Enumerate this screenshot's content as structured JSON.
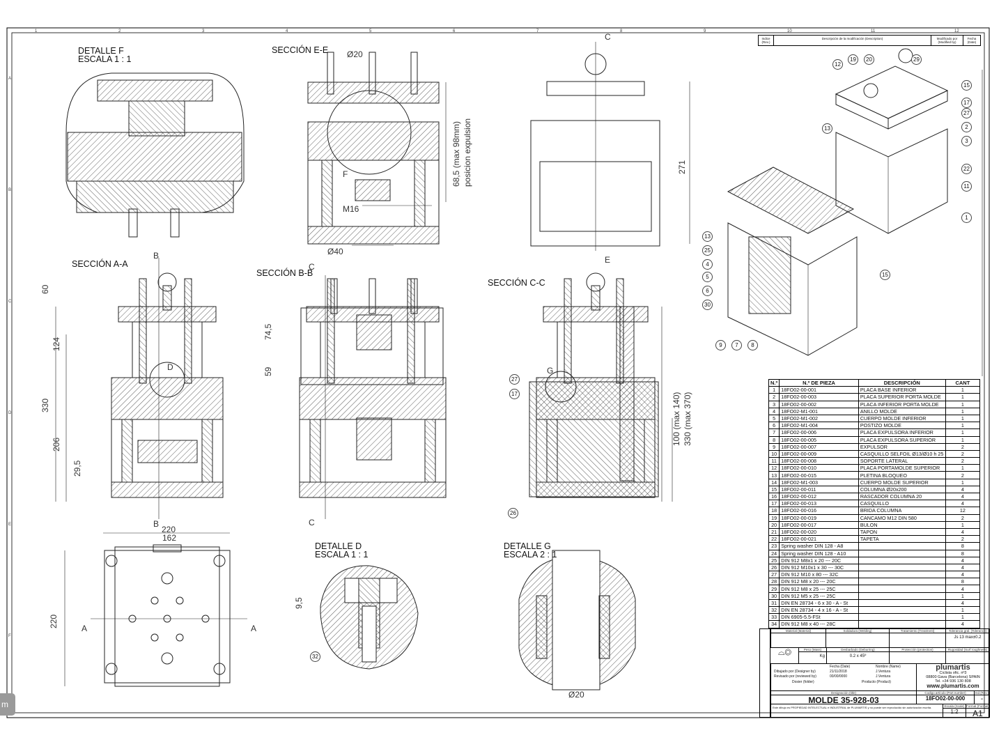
{
  "views": {
    "detail_f": "DETALLE F\nESCALA 1 : 1",
    "section_ee": "SECCIÓN E-E",
    "section_aa": "SECCIÓN A-A",
    "section_bb": "SECCIÓN B-B",
    "section_cc": "SECCIÓN C-C",
    "detail_d": "DETALLE D\nESCALA 1 : 1",
    "detail_g": "DETALLE G\nESCALA 2 : 1"
  },
  "cut_markers": {
    "c": "C",
    "e": "E",
    "b": "B",
    "a": "A",
    "d": "D",
    "f": "F",
    "g": "G"
  },
  "dimensions": {
    "ee_top_dia": "Ø20",
    "ee_ejector": "68,5 (max 98mm)",
    "ee_ejector2": "posicion expulsion",
    "ee_thread": "M16",
    "ee_bottom_dia": "Ø40",
    "side_height": "271",
    "aa_60": "60",
    "aa_124": "124",
    "aa_330": "330",
    "aa_206": "206",
    "aa_29_5": "29,5",
    "bb_74_5": "74,5",
    "bb_59": "59",
    "cc_100": "100 (max 140)",
    "cc_330": "330 (max 370)",
    "top_220": "220",
    "top_162": "162",
    "left_220": "220",
    "d_9_5": "9,5",
    "g_dia": "Ø20"
  },
  "balloons": {
    "iso_top": [
      "12",
      "19",
      "20",
      "29",
      "15",
      "17",
      "27",
      "2",
      "3",
      "22",
      "11",
      "1",
      "13"
    ],
    "iso_bottom": [
      "13",
      "25",
      "4",
      "5",
      "6",
      "30",
      "9",
      "7",
      "8",
      "15"
    ],
    "cc": [
      "27",
      "17",
      "26"
    ],
    "detail_d": [
      "32"
    ]
  },
  "grid": {
    "cols": [
      "1",
      "2",
      "3",
      "4",
      "5",
      "6",
      "7",
      "8",
      "9",
      "10",
      "11",
      "12"
    ],
    "rows": [
      "A",
      "B",
      "C",
      "D",
      "E",
      "F"
    ]
  },
  "revision_header": [
    "Indice (Rev.)",
    "Descripción de la modificación (Description)",
    "Modificado por (Modified by)",
    "Fecha (Date)"
  ],
  "parts_table": {
    "headers": [
      "N.º",
      "N.º DE PIEZA",
      "DESCRIPCIÓN",
      "CANT"
    ],
    "rows": [
      [
        "1",
        "18FO02-00-001",
        "PLACA BASE INFERIOR",
        "1"
      ],
      [
        "2",
        "18FO02-00-003",
        "PLACA SUPERIOR PORTA MOLDE",
        "1"
      ],
      [
        "3",
        "18FO02-00-002",
        "PLACA INFERIOR PORTA MOLDE",
        "1"
      ],
      [
        "4",
        "18FO02-M1-001",
        "ANILLO MOLDE",
        "1"
      ],
      [
        "5",
        "18FO02-M1-002",
        "CUERPO MOLDE INFERIOR",
        "1"
      ],
      [
        "6",
        "18FO02-M1-004",
        "POSTIZO MOLDE",
        "1"
      ],
      [
        "7",
        "18FO02-00-006",
        "PLACA EXPULSORA INFERIOR",
        "1"
      ],
      [
        "8",
        "18FO02-00-005",
        "PLACA EXPULSORA SUPERIOR",
        "1"
      ],
      [
        "9",
        "18FO02-00-007",
        "EXPULSOR",
        "2"
      ],
      [
        "10",
        "18FO02-00-009",
        "CASQUILLO SELFOIL Ø13/Ø10 h 25",
        "2"
      ],
      [
        "11",
        "18FO02-00-008",
        "SOPORTE LATERAL",
        "2"
      ],
      [
        "12",
        "18FO02-00-010",
        "PLACA PORTAMOLDE SUPERIOR",
        "1"
      ],
      [
        "13",
        "18FO02-00-015",
        "PLETINA BLOQUEO",
        "2"
      ],
      [
        "14",
        "18FO02-M1-003",
        "CUERPO MOLDE SUPERIOR",
        "1"
      ],
      [
        "15",
        "18FO02-00-011",
        "COLUMNA Ø20x200",
        "4"
      ],
      [
        "16",
        "18FO02-00-012",
        "RASCADOR COLUMNA 20",
        "4"
      ],
      [
        "17",
        "18FO02-00-013",
        "CASQUILLO",
        "4"
      ],
      [
        "18",
        "18FO02-00-016",
        "BRIDA COLUMNA",
        "12"
      ],
      [
        "19",
        "18FO02-00-019",
        "CANCAMO M12 DIN 580",
        "2"
      ],
      [
        "20",
        "18FO02-00-017",
        "BULON",
        "1"
      ],
      [
        "21",
        "18FO02-00-020",
        "TAPON",
        "4"
      ],
      [
        "22",
        "18FO02-00-021",
        "TAPETA",
        "2"
      ],
      [
        "23",
        "Spring washer DIN 128 - A8",
        "",
        "8"
      ],
      [
        "24",
        "Spring washer DIN 128 - A10",
        "",
        "8"
      ],
      [
        "25",
        "DIN 912 M8x1 x 20 --- 20C",
        "",
        "4"
      ],
      [
        "26",
        "DIN 912 M10x1 x 30 --- 30C",
        "",
        "4"
      ],
      [
        "27",
        "DIN 912 M10 x 80 --- 32C",
        "",
        "4"
      ],
      [
        "28",
        "DIN 912 M8 x 20 --- 20C",
        "",
        "8"
      ],
      [
        "29",
        "DIN 912 M8 x 25 --- 25C",
        "",
        "4"
      ],
      [
        "30",
        "DIN 912 M5 x 25 --- 25C",
        "",
        "1"
      ],
      [
        "31",
        "DIN EN 28734 - 6 x 30 - A - St",
        "",
        "4"
      ],
      [
        "32",
        "DIN EN 28734 - 4 x 16 - A - St",
        "",
        "1"
      ],
      [
        "33",
        "DIN 6905-5.5-FSt",
        "",
        "1"
      ],
      [
        "34",
        "DIN 912 M8 x 40 --- 28C",
        "",
        "4"
      ]
    ]
  },
  "title_block": {
    "material": "Material (Material)",
    "welding": "Soldadura (Welding)",
    "treatment": "Tratamiento (Treatment)",
    "tolerance": "Tolerancia gral. (Tolerance)",
    "tolerance_value": "Js 13 max±0.2",
    "mass": "Peso (Mass)",
    "mass_unit": "Kg",
    "deburring": "Desbarbado (Deburring)",
    "deburring_value": "0.2 x 45º",
    "protection": "Protección (protection)",
    "roughness": "Rugosidad (Surf.roughness)",
    "date_h": "Fecha (Date)",
    "name_h": "Nombre (Name)",
    "drawn_by": "Dibujado por (Designer by)",
    "drawn_date": "21/11/2018",
    "drawn_name": "J.Ventura",
    "reviewed_by": "Revisado por (reviewed by)",
    "reviewed_date": "00/00/0000",
    "reviewed_name": "J.Ventura",
    "folder": "Dosier (folder)",
    "product": "Producto (Product)",
    "designation_h": "Designación (title)",
    "designation": "MOLDE 35-928-03",
    "part_number_h": "Codigo artículo (Part number)",
    "part_number": "18FO02-00-000",
    "rev_h": "Ind.(Rev.)",
    "rev": "-",
    "scale_h": "Escala (Scale)",
    "scale": "1:2",
    "format_h": "Format (Format)",
    "format": "A1",
    "company": "plumartis",
    "address1": "Ciclista ofic. nº3",
    "address2": "08800 Gava (Barcelona) SPAIN",
    "phone": "Tel. +34 936 130 808",
    "web": "www.plumartis.com",
    "legal": "Este dibujo es PROPIEDAD INTELECTUAL e INDUSTRIAL de PLUMARTIS y no puede ser reproducido sin autorización escrita."
  },
  "side_button": "m"
}
